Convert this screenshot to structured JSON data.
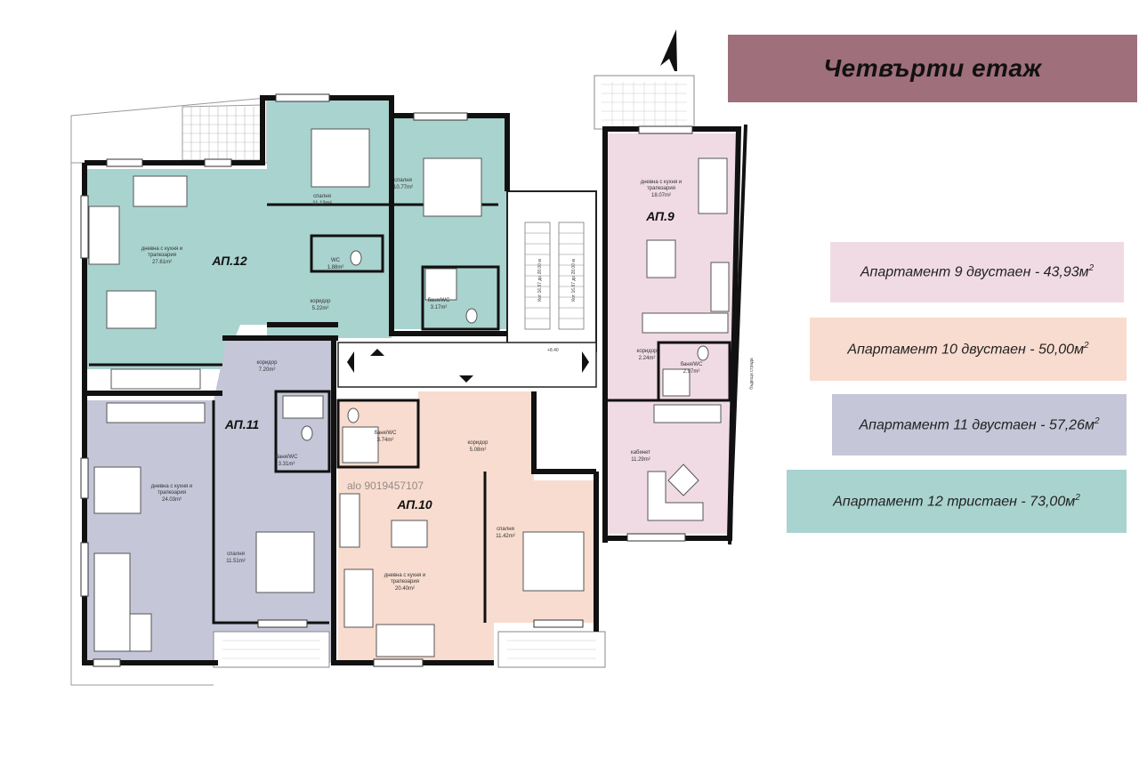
{
  "header": {
    "title": "Четвърти етаж"
  },
  "colors": {
    "apt9": "#f0dbe5",
    "apt10": "#f8dccf",
    "apt11": "#c5c6d8",
    "apt12": "#a9d3cf",
    "banner": "#a06f7c",
    "wall": "#111111"
  },
  "legend": [
    {
      "text": "Апартамент 9 двустаен - 43,93м",
      "sup": "2"
    },
    {
      "text": "Апартамент 10 двустаен  - 50,00м",
      "sup": "2"
    },
    {
      "text": "Апартамент 11 двустаен - 57,26м",
      "sup": "2"
    },
    {
      "text": "Апартамент 12 тристаен - 73,00м",
      "sup": "2"
    }
  ],
  "apartments": {
    "ap9": "АП.9",
    "ap10": "АП.10",
    "ap11": "АП.11",
    "ap12": "АП.12"
  },
  "rooms": {
    "ap12_living": {
      "name1": "дневна с кухня и",
      "name2": "трапезария",
      "area": "27.61m²"
    },
    "ap12_bed1": {
      "name": "спалня",
      "area": "11.13m²"
    },
    "ap12_bed2": {
      "name": "спалня",
      "area": "10.77m²"
    },
    "ap12_wc": {
      "name": "WC",
      "area": "1.88m²"
    },
    "ap12_bath": {
      "name": "баня/WC",
      "area": "3.17m²"
    },
    "ap12_corridor": {
      "name": "коридор",
      "area": "5.22m²"
    },
    "ap11_corridor": {
      "name": "коридор",
      "area": "7.20m²"
    },
    "ap11_bath": {
      "name": "баня/WC",
      "area": "3.31m²"
    },
    "ap11_living": {
      "name1": "дневна с кухня и",
      "name2": "трапезария",
      "area": "24.03m²"
    },
    "ap11_bed": {
      "name": "спалня",
      "area": "11.51m²"
    },
    "ap10_bath": {
      "name": "баня/WC",
      "area": "3.74m²"
    },
    "ap10_corridor": {
      "name": "коридор",
      "area": "5.08m²"
    },
    "ap10_living": {
      "name1": "дневна с кухня и",
      "name2": "трапезария",
      "area": "20.40m²"
    },
    "ap10_bed": {
      "name": "спалня",
      "area": "11.42m²"
    },
    "ap9_living": {
      "name1": "дневна с кухня и",
      "name2": "трапезария",
      "area": "18.07m²"
    },
    "ap9_corridor": {
      "name": "коридор",
      "area": "2.24m²"
    },
    "ap9_bath": {
      "name": "баня/WC",
      "area": "2.97m²"
    },
    "ap9_study": {
      "name": "кабинет",
      "area": "11.29m²"
    }
  },
  "annotations": {
    "level": "+8.40",
    "future_building": "бъдеща сграда",
    "stair_left": "Кот 16.87 до 28.00 м",
    "stair_right": "Кот 16.87 до 28.00 м",
    "watermark_id": "alo 9019457107"
  },
  "icons": {
    "north": "north-arrow-icon"
  }
}
